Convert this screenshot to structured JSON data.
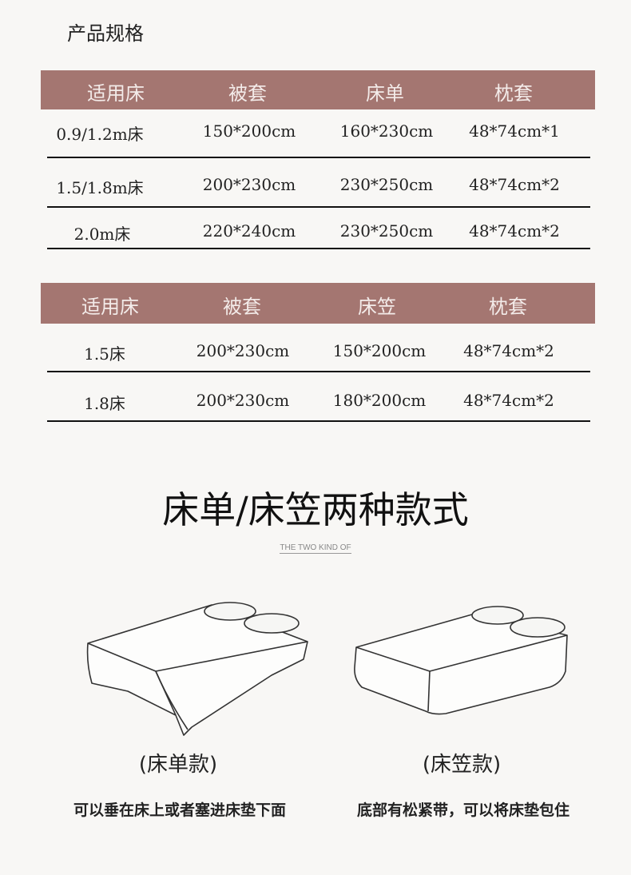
{
  "title": "产品规格",
  "table1": {
    "headers": [
      "适用床",
      "被套",
      "床单",
      "枕套"
    ],
    "rows": [
      [
        "0.9/1.2m床",
        "150*200cm",
        "160*230cm",
        "48*74cm*1"
      ],
      [
        "1.5/1.8m床",
        "200*230cm",
        "230*250cm",
        "48*74cm*2"
      ],
      [
        "2.0m床",
        "220*240cm",
        "230*250cm",
        "48*74cm*2"
      ]
    ]
  },
  "table2": {
    "headers": [
      "适用床",
      "被套",
      "床笠",
      "枕套"
    ],
    "rows": [
      [
        "1.5床",
        "200*230cm",
        "150*200cm",
        "48*74cm*2"
      ],
      [
        "1.8床",
        "200*230cm",
        "180*200cm",
        "48*74cm*2"
      ]
    ]
  },
  "section": {
    "heading": "床单/床笠两种款式",
    "subheading": "THE TWO KIND OF"
  },
  "styles": [
    {
      "caption": "(床单款)",
      "description": "可以垂在床上或者塞进床垫下面"
    },
    {
      "caption": "(床笠款)",
      "description": "底部有松紧带，可以将床垫包住"
    }
  ],
  "colors": {
    "header": "#a47671",
    "background": "#f8f7f5"
  }
}
